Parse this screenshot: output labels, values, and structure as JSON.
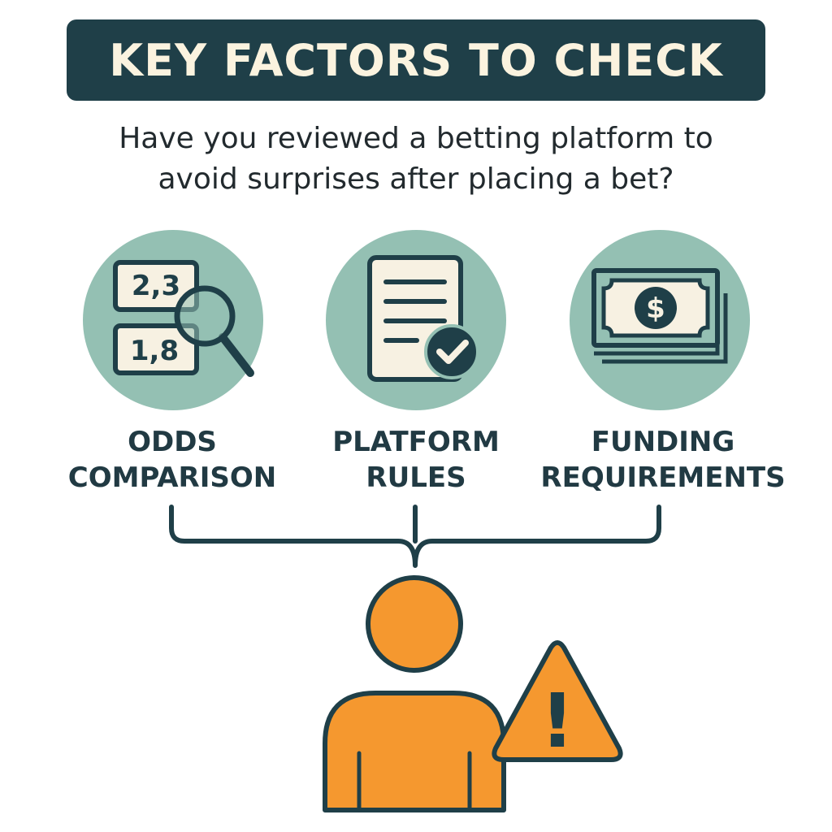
{
  "title": "KEY FACTORS TO CHECK",
  "question": {
    "line1": "Have you reviewed a betting platform to",
    "line2": "avoid surprises after placing a bet?"
  },
  "factors": [
    {
      "icon": "odds-magnifier-icon",
      "label_line1": "ODDS",
      "label_line2": "COMPARISON",
      "odds_top": "2,3",
      "odds_bottom": "1,8"
    },
    {
      "icon": "document-check-icon",
      "label_line1": "PLATFORM",
      "label_line2": "RULES"
    },
    {
      "icon": "banknote-dollar-icon",
      "label_line1": "FUNDING",
      "label_line2": "REQUIREMENTS",
      "currency_symbol": "$"
    }
  ],
  "warning_symbol": "!",
  "colors": {
    "banner_bg": "#1f3f48",
    "banner_text": "#fbf3df",
    "circle_bg": "#94c0b3",
    "icon_stroke": "#1f3f48",
    "paper": "#f7f1e2",
    "person_orange": "#f5982f",
    "label_text": "#213a43"
  }
}
